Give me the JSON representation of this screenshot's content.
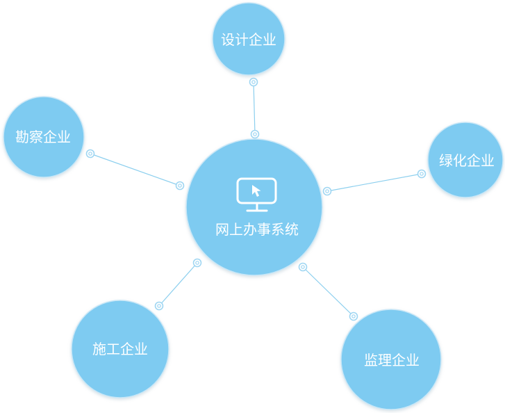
{
  "diagram": {
    "center": {
      "label": "网上办事系统",
      "icon": "monitor-cursor-icon"
    },
    "satellites": [
      {
        "id": "design",
        "label": "设计企业"
      },
      {
        "id": "survey",
        "label": "勘察企业"
      },
      {
        "id": "greening",
        "label": "绿化企业"
      },
      {
        "id": "construction",
        "label": "施工企业"
      },
      {
        "id": "supervision",
        "label": "监理企业"
      }
    ],
    "colors": {
      "node_fill": "#7ecbf1",
      "node_stroke": "#c9e7f7",
      "connector": "#8ccfee",
      "connector_dot": "#9fd6f2",
      "label": "#ffffff"
    }
  }
}
